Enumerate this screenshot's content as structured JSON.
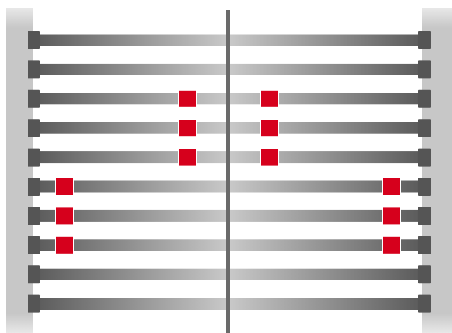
{
  "diagram": {
    "description_text": "",
    "colors": {
      "frame": "#c7c7c7",
      "frame_shade": "#b5b5b5",
      "slat_dark": "#5a5a5a",
      "slat_light": "#c9c9c9",
      "bracket": "#555555",
      "center_divider": "#6a6a6a",
      "marker": "#d6001c",
      "marker_border": "#ffffff"
    },
    "slat_count": 10,
    "marker_groups": [
      {
        "group": "center-pairs",
        "slat_indices": [
          2,
          3,
          4
        ],
        "count_per_slat": 2
      },
      {
        "group": "outer-pairs",
        "slat_indices": [
          5,
          6,
          7
        ],
        "count_per_slat": 2
      }
    ]
  }
}
